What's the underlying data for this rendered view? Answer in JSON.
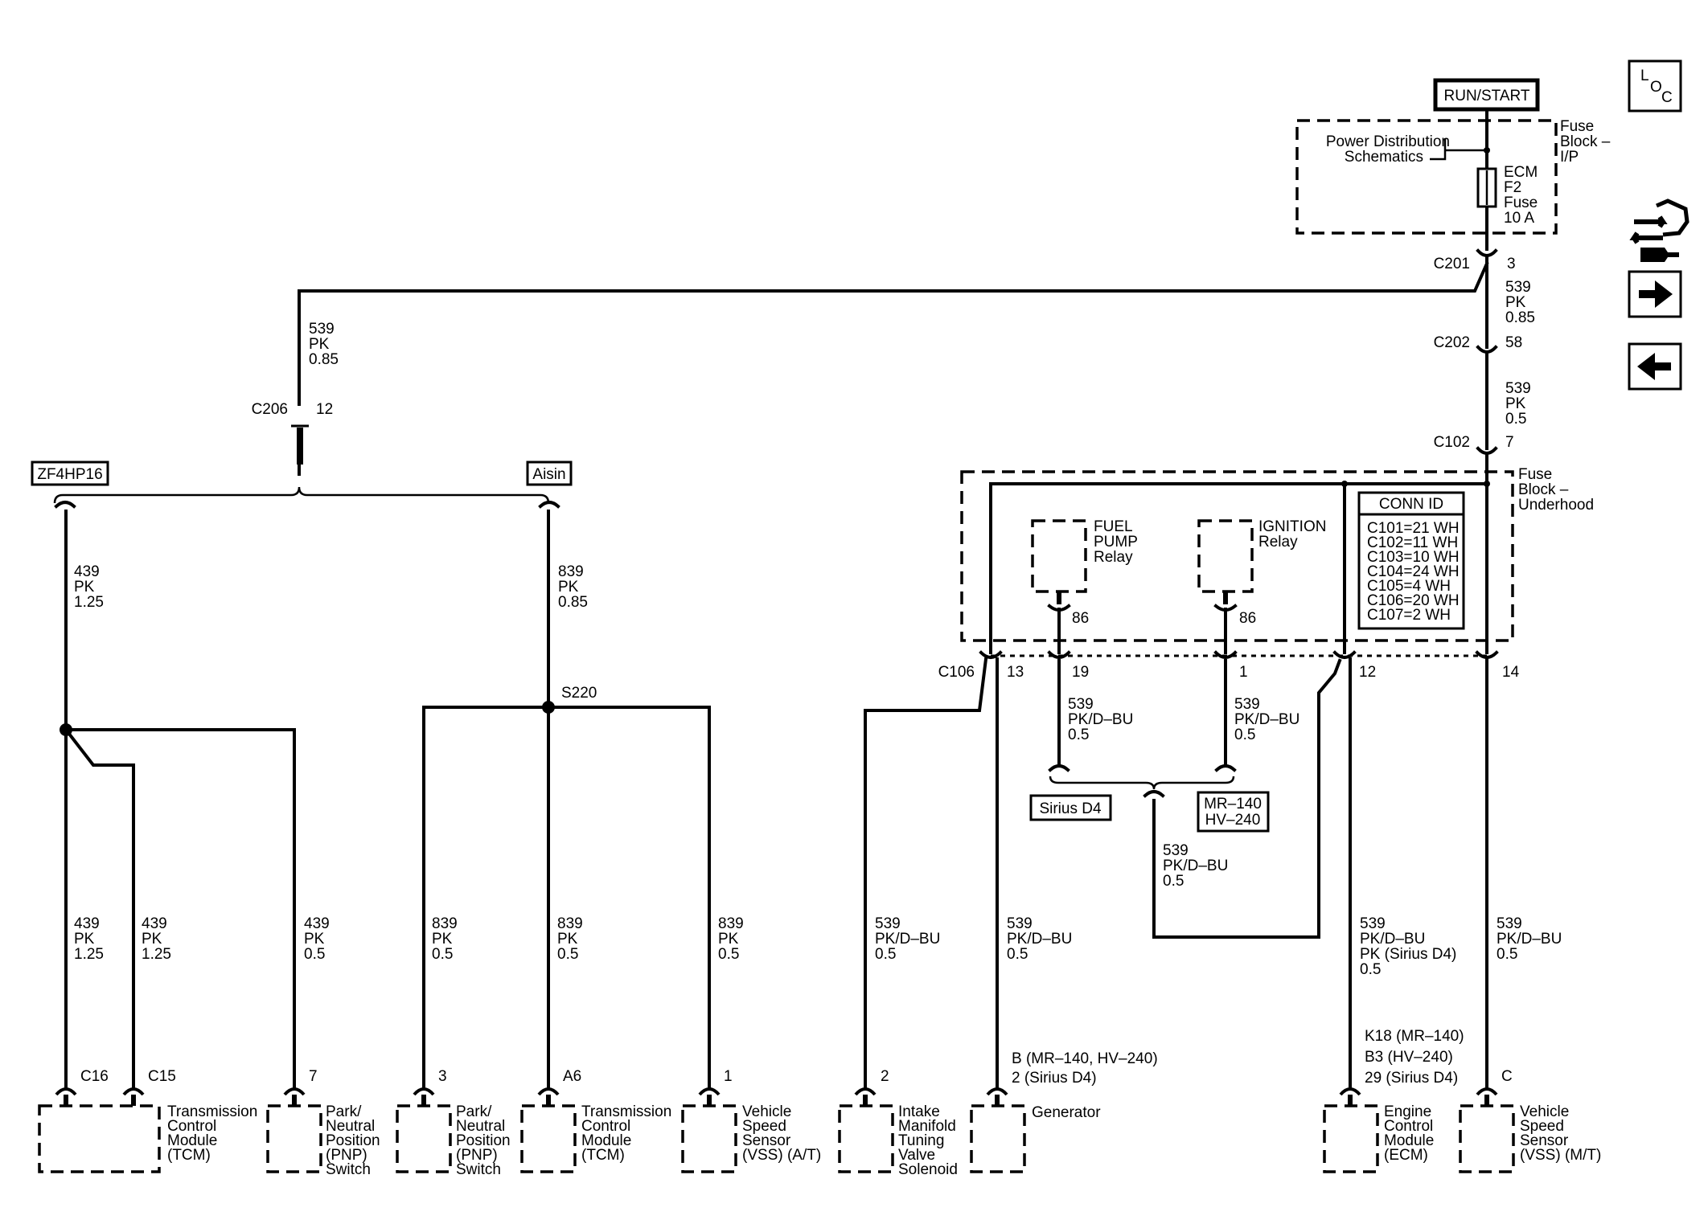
{
  "power": {
    "run_start": "RUN/START",
    "fuse_block_ip": [
      "Fuse",
      "Block –",
      "I/P"
    ],
    "pds": [
      "Power Distribution",
      "Schematics"
    ],
    "fuse": [
      "ECM",
      "F2",
      "Fuse",
      "10 A"
    ]
  },
  "feed": {
    "c201": "C201",
    "c201_pin": "3",
    "w1": [
      "539",
      "PK",
      "0.85"
    ],
    "c202": "C202",
    "c202_pin": "58",
    "w2": [
      "539",
      "PK",
      "0.5"
    ],
    "c102": "C102",
    "c102_pin": "7",
    "left_wire": [
      "539",
      "PK",
      "0.85"
    ],
    "c206": "C206",
    "c206_pin": "12"
  },
  "options": {
    "zf": "ZF4HP16",
    "aisin": "Aisin"
  },
  "zf_branch": {
    "main_wire": [
      "439",
      "PK",
      "1.25"
    ],
    "w_c16": [
      "439",
      "PK",
      "1.25"
    ],
    "w_c15": [
      "439",
      "PK",
      "1.25"
    ],
    "w_pnp": [
      "439",
      "PK",
      "0.5"
    ],
    "pin_c16": "C16",
    "pin_c15": "C15",
    "pin_pnp": "7",
    "tcm": [
      "Transmission",
      "Control",
      "Module",
      "(TCM)"
    ],
    "pnp": [
      "Park/",
      "Neutral",
      "Position",
      "(PNP)",
      "Switch"
    ]
  },
  "aisin_branch": {
    "main_wire": [
      "839",
      "PK",
      "0.85"
    ],
    "splice": "S220",
    "w_pnp": [
      "839",
      "PK",
      "0.5"
    ],
    "w_tcm": [
      "839",
      "PK",
      "0.5"
    ],
    "w_vss": [
      "839",
      "PK",
      "0.5"
    ],
    "pin_pnp": "3",
    "pin_tcm": "A6",
    "pin_vss": "1",
    "pnp": [
      "Park/",
      "Neutral",
      "Position",
      "(PNP)",
      "Switch"
    ],
    "tcm": [
      "Transmission",
      "Control",
      "Module",
      "(TCM)"
    ],
    "vss": [
      "Vehicle",
      "Speed",
      "Sensor",
      "(VSS) (A/T)"
    ]
  },
  "underhood": {
    "label": [
      "Fuse",
      "Block –",
      "Underhood"
    ],
    "fuel_pump_relay": [
      "FUEL",
      "PUMP",
      "Relay"
    ],
    "ignition_relay": [
      "IGNITION",
      "Relay"
    ],
    "relay_pin": "86",
    "conn_id_title": "CONN ID",
    "conn_ids": [
      "C101=21 WH",
      "C102=11 WH",
      "C103=10 WH",
      "C104=24 WH",
      "C105=4 WH",
      "C106=20 WH",
      "C107=2 WH"
    ],
    "c106": "C106",
    "pins": {
      "p13": "13",
      "p19": "19",
      "p1": "1",
      "p12": "12",
      "p14": "14"
    }
  },
  "relay_out": {
    "w_fuel": [
      "539",
      "PK/D–BU",
      "0.5"
    ],
    "w_ign": [
      "539",
      "PK/D–BU",
      "0.5"
    ],
    "sirius": "Sirius D4",
    "mr_hv": [
      "MR–140",
      "HV–240"
    ],
    "w_join": [
      "539",
      "PK/D–BU",
      "0.5"
    ]
  },
  "right_loads": {
    "w_imtv": [
      "539",
      "PK/D–BU",
      "0.5"
    ],
    "w_gen": [
      "539",
      "PK/D–BU",
      "0.5"
    ],
    "w_ecm": [
      "539",
      "PK/D–BU",
      "PK (Sirius D4)",
      "0.5"
    ],
    "w_vssmt": [
      "539",
      "PK/D–BU",
      "0.5"
    ],
    "pin_imtv": "2",
    "pin_gen": [
      "B (MR–140, HV–240)",
      "2 (Sirius D4)"
    ],
    "pin_ecm": [
      "K18 (MR–140)",
      "B3 (HV–240)",
      "29 (Sirius D4)"
    ],
    "pin_vssmt": "C",
    "imtv": [
      "Intake",
      "Manifold",
      "Tuning",
      "Valve",
      "Solenoid"
    ],
    "gen": "Generator",
    "ecm": [
      "Engine",
      "Control",
      "Module",
      "(ECM)"
    ],
    "vssmt": [
      "Vehicle",
      "Speed",
      "Sensor",
      "(VSS) (M/T)"
    ]
  },
  "nav": {
    "loc": [
      "L",
      "O",
      "C"
    ]
  }
}
